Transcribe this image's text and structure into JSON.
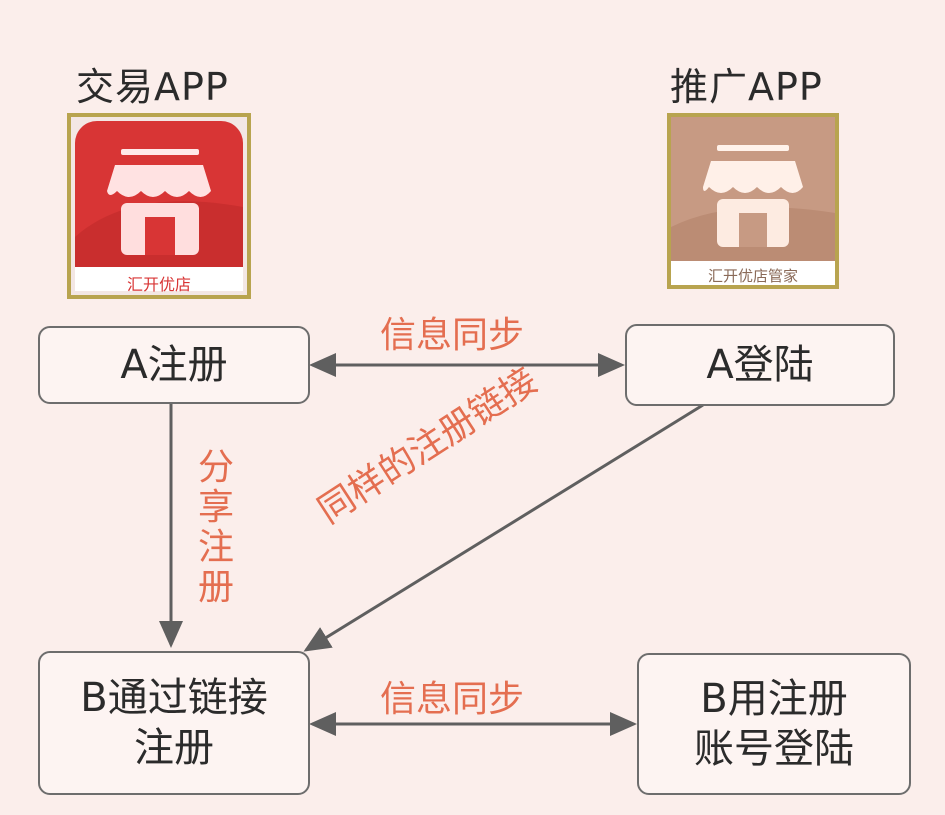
{
  "apps": {
    "trade": {
      "title": "交易APP",
      "icon_caption": "汇开优店",
      "color": "#d83535"
    },
    "promo": {
      "title": "推广APP",
      "icon_caption": "汇开优店管家",
      "color": "#c79a83"
    }
  },
  "nodes": {
    "a_register": "A注册",
    "a_login": "A登陆",
    "b_link_register_line1": "B通过链接",
    "b_link_register_line2": "注册",
    "b_login_line1": "B用注册",
    "b_login_line2": "账号登陆"
  },
  "edges": {
    "sync_top": "信息同步",
    "share_register": "分享注册",
    "same_link": "同样的注册链接",
    "sync_bottom": "信息同步"
  },
  "colors": {
    "accent": "#e46e50",
    "line": "#5f5f5f"
  }
}
